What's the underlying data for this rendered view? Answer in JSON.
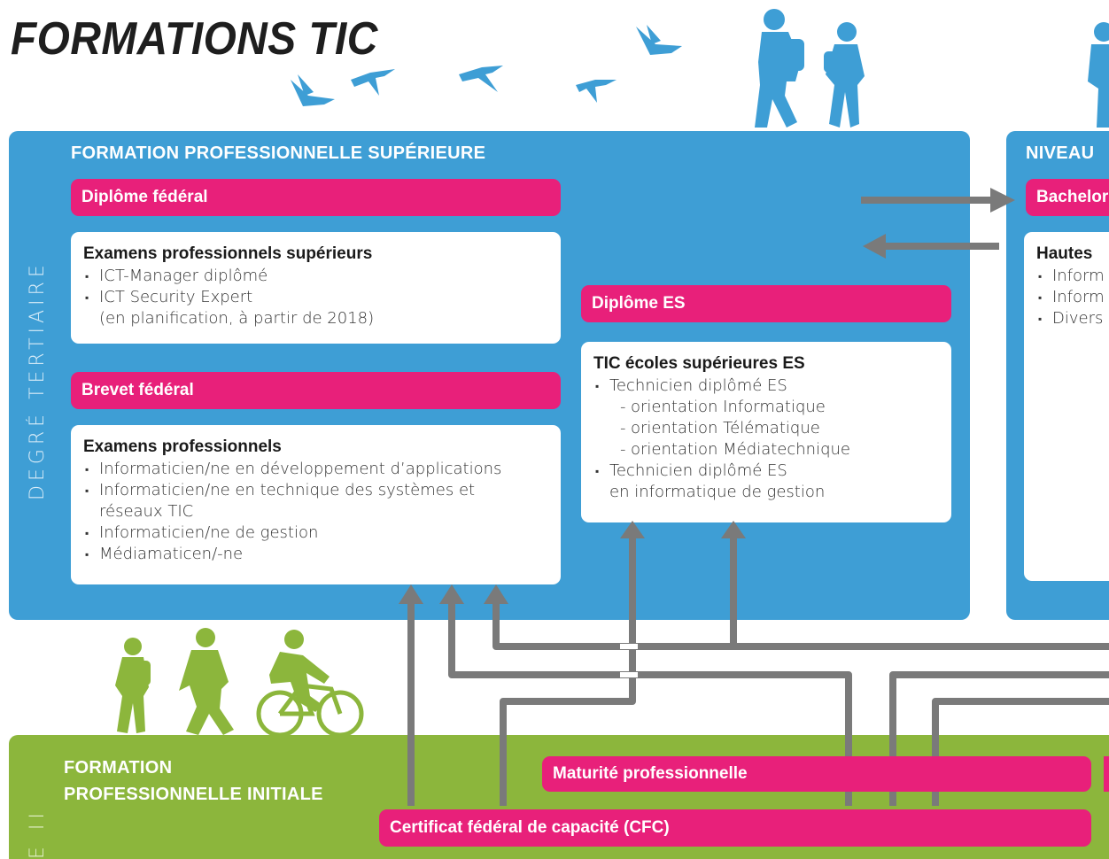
{
  "title": "FORMATIONS TIC",
  "tertiary": {
    "side_label": "DEGRÉ TERTIAIRE",
    "left_heading": "FORMATION PROFESSIONNELLE SUPÉRIEURE",
    "right_heading": "NIVEAU",
    "diplome_federal": "Diplôme fédéral",
    "exam_sup": {
      "title": "Examens professionnels supérieurs",
      "items": [
        "ICT-Manager diplômé",
        "ICT Security Expert"
      ],
      "note": "(en planification, à partir de 2018)"
    },
    "brevet_federal": "Brevet fédéral",
    "exam_pro": {
      "title": "Examens professionnels",
      "items": [
        "Informaticien/ne en développement d’applications",
        "Informaticien/ne en technique des systèmes et",
        "Informaticien/ne de gestion",
        "Médiamaticen/-ne"
      ],
      "item2_cont": "réseaux TIC"
    },
    "diplome_es": "Diplôme ES",
    "es": {
      "title": "TIC écoles supérieures ES",
      "item1": "Technicien diplômé ES",
      "subs": [
        "orientation Informatique",
        "orientation Télématique",
        "orientation Médiatechnique"
      ],
      "item2": "Technicien diplômé ES",
      "item2_cont": "en informatique de gestion"
    },
    "bachelor_pill": "Bachelor",
    "hautes": {
      "title": "Hautes",
      "items": [
        "Inform",
        "Inform",
        "Divers"
      ]
    }
  },
  "secondary": {
    "heading_line1": "FORMATION",
    "heading_line2": "PROFESSIONNELLE INITIALE",
    "side_label": "E II",
    "maturite": "Maturité professionnelle",
    "cfc": "Certificat fédéral de capacité (CFC)"
  },
  "colors": {
    "blue": "#3e9ed5",
    "pink": "#e8207a",
    "green": "#8cb63c",
    "arrow_gray": "#7a7a7a",
    "silhouette_blue": "#3e9ed5",
    "silhouette_green": "#8cb63c"
  }
}
